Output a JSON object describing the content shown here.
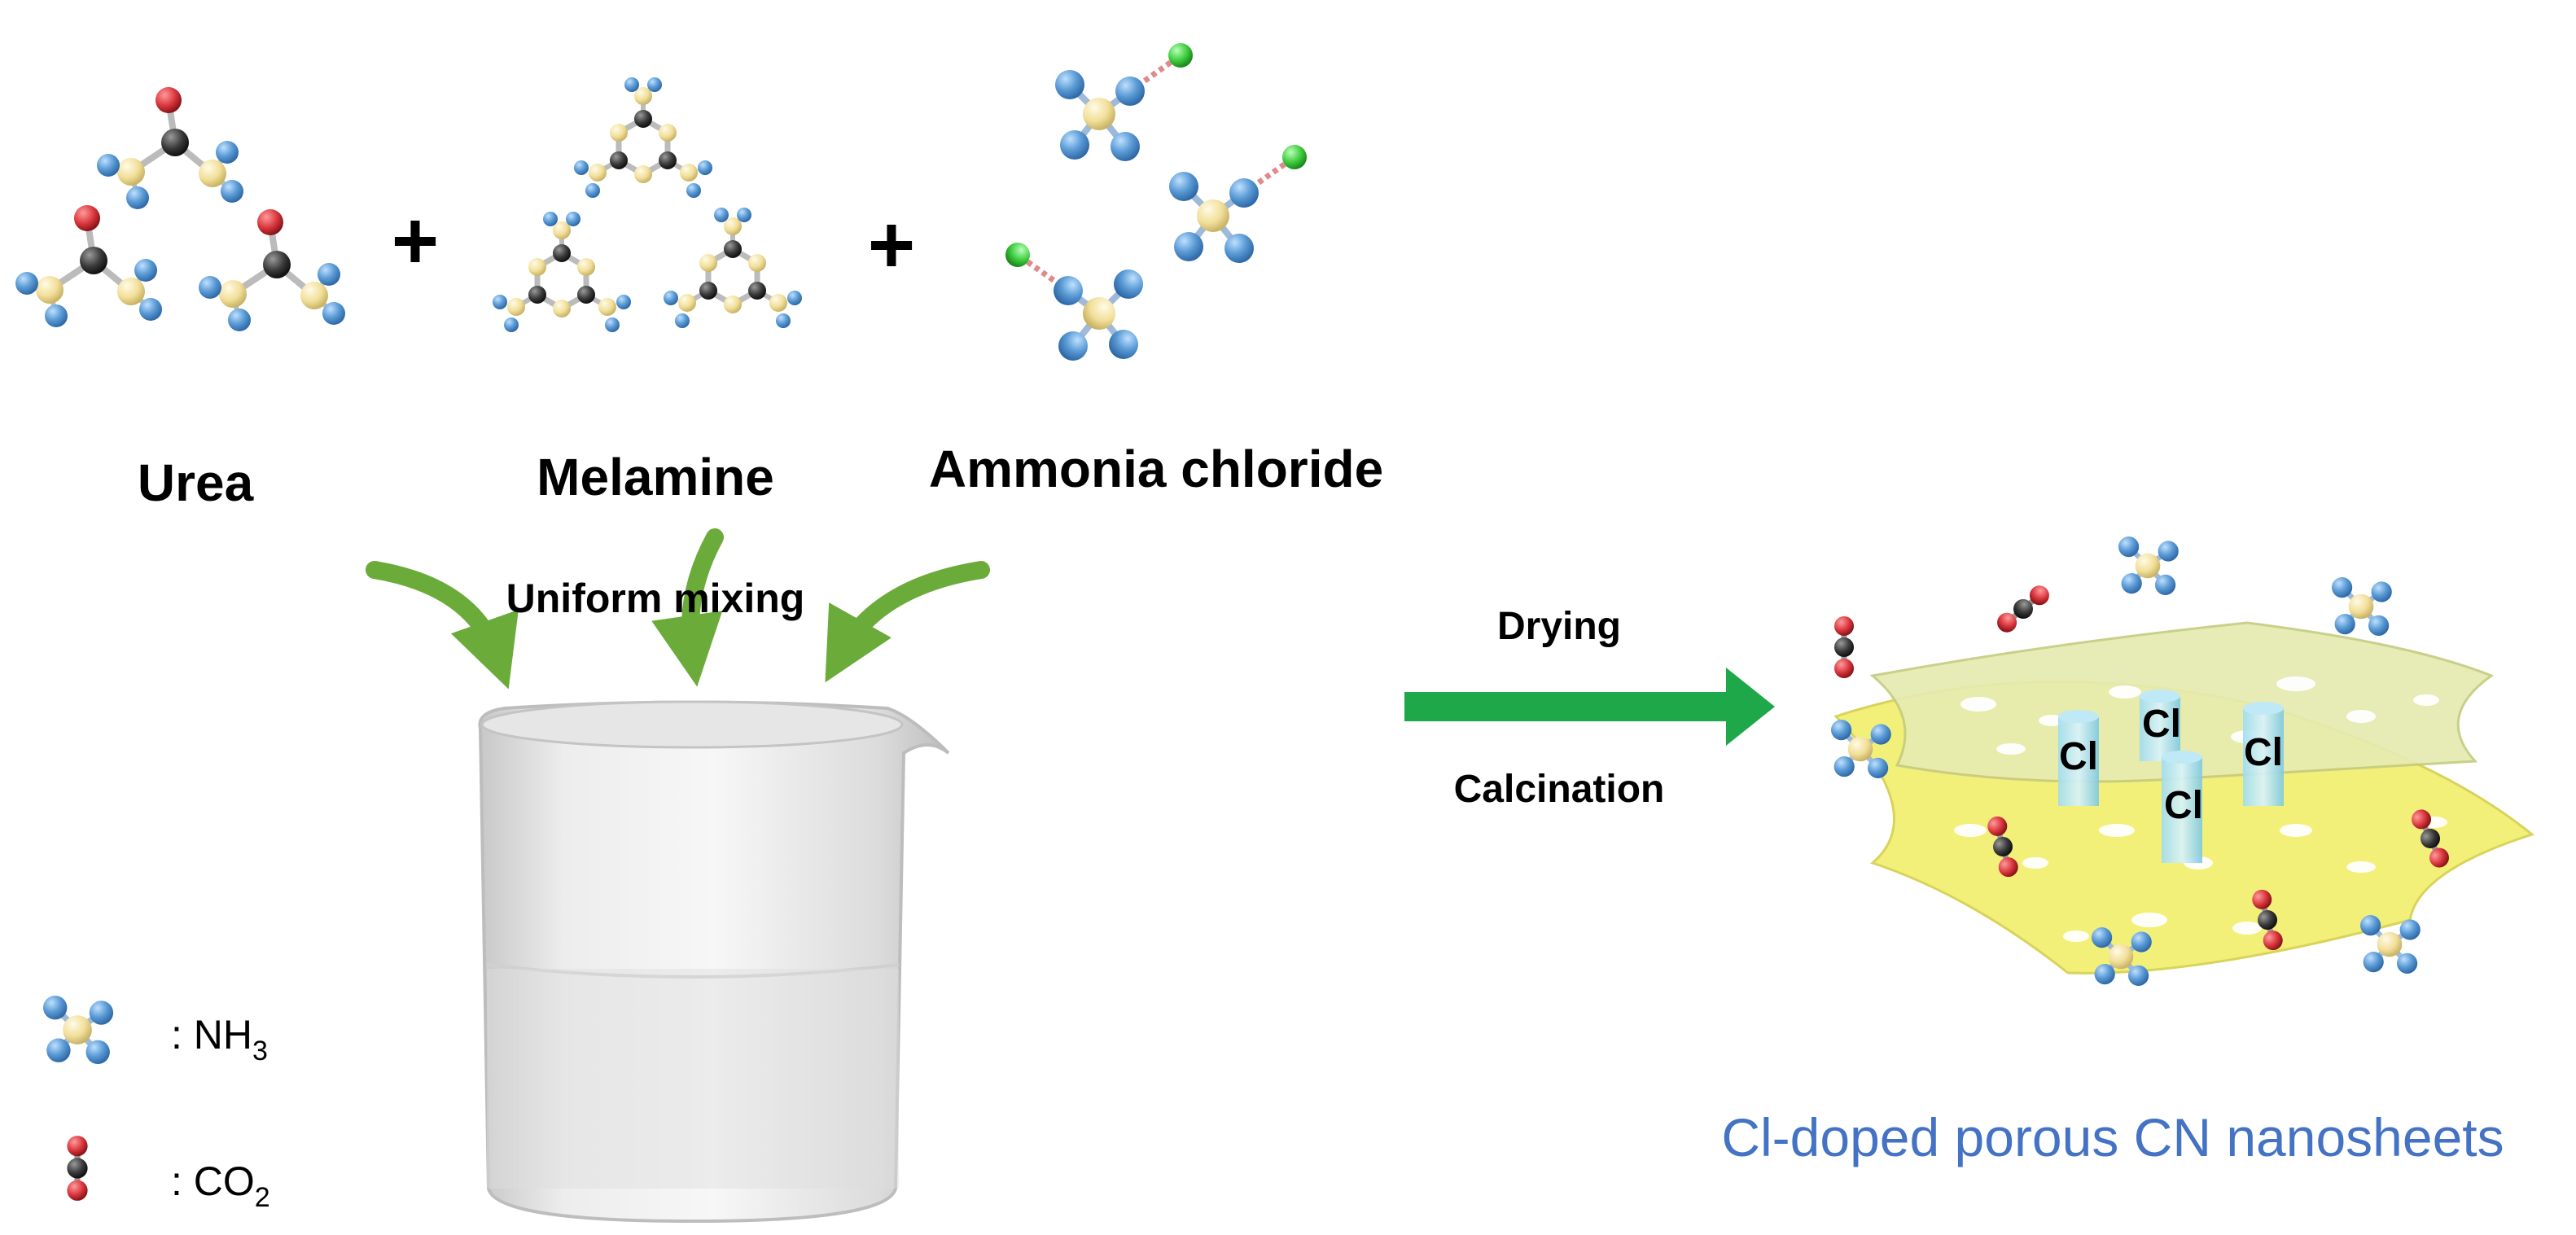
{
  "reactants": {
    "urea": "Urea",
    "melamine": "Melamine",
    "ammonia_chloride": "Ammonia chloride"
  },
  "plus_sign": "+",
  "mixing": "Uniform mixing",
  "process": {
    "drying": "Drying",
    "calcination": "Calcination"
  },
  "product": {
    "title": "Cl-doped porous CN nanosheets",
    "dopant_label": "Cl"
  },
  "legend": {
    "nh3_prefix": ": NH",
    "nh3_sub": "3",
    "co2_prefix": ": CO",
    "co2_sub": "2"
  },
  "colors": {
    "nitrogen": "#5b9bd5",
    "carbon": "#3a3a3a",
    "oxygen": "#d9363e",
    "hydrogen_core": "#f2df9a",
    "chlorine": "#3fcc3f",
    "arrow_green": "#1fa84a",
    "curved_arrow": "#6aab3a",
    "sheet_yellow": "#f3f07a",
    "title_blue": "#4472c4"
  }
}
